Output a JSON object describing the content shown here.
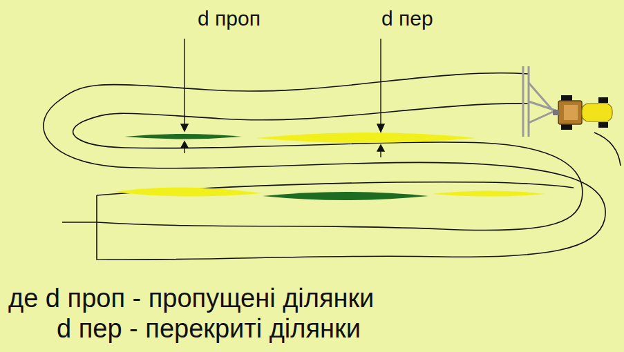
{
  "diagram": {
    "labels": [
      "d проп",
      "d пер",
      "де d проп - пропущені ділянки",
      "d пер - перекриті ділянки"
    ]
  }
}
